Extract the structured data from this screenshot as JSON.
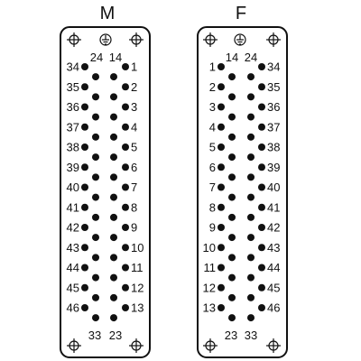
{
  "connectors": [
    {
      "title": "M",
      "left_column_labels": [
        "34",
        "35",
        "36",
        "37",
        "38",
        "39",
        "40",
        "41",
        "42",
        "43",
        "44",
        "45",
        "46"
      ],
      "right_column_labels": [
        "1",
        "2",
        "3",
        "4",
        "5",
        "6",
        "7",
        "8",
        "9",
        "10",
        "11",
        "12",
        "13"
      ],
      "top_labels": [
        "24",
        "14"
      ],
      "bottom_labels": [
        "33",
        "23"
      ],
      "ground_symbol": "earth-ground-icon",
      "mounting_hole_symbol": "crosshair-icon"
    },
    {
      "title": "F",
      "left_column_labels": [
        "1",
        "2",
        "3",
        "4",
        "5",
        "6",
        "7",
        "8",
        "9",
        "10",
        "11",
        "12",
        "13"
      ],
      "right_column_labels": [
        "34",
        "35",
        "36",
        "37",
        "38",
        "39",
        "40",
        "41",
        "42",
        "43",
        "44",
        "45",
        "46"
      ],
      "top_labels": [
        "14",
        "24"
      ],
      "bottom_labels": [
        "23",
        "33"
      ],
      "ground_symbol": "earth-ground-icon",
      "mounting_hole_symbol": "crosshair-icon"
    }
  ],
  "colors": {
    "outline": "#111111",
    "pin": "#111111",
    "background": "#ffffff"
  }
}
